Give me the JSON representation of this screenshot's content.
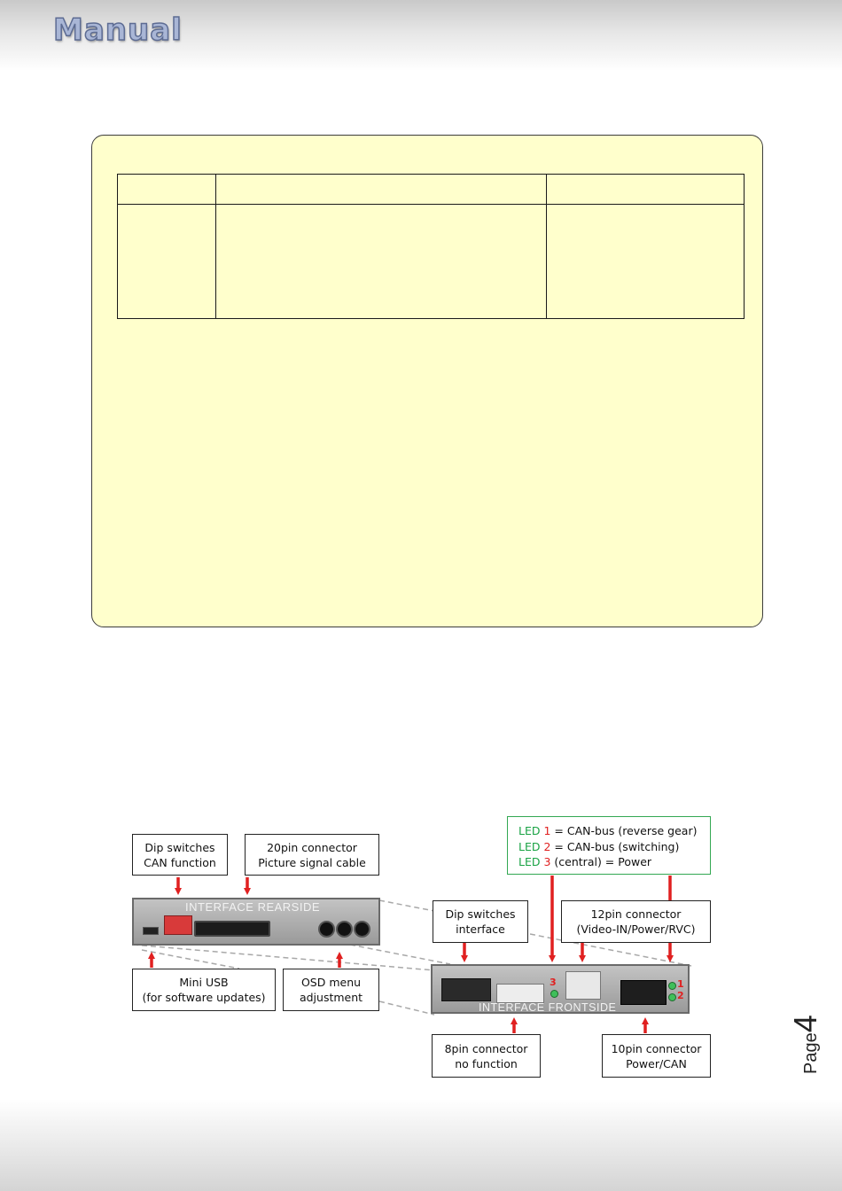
{
  "header": {
    "title": "Manual"
  },
  "page": {
    "prefix": "Page",
    "number": "4"
  },
  "diagram": {
    "labels": {
      "dip_can": [
        "Dip switches",
        "CAN function"
      ],
      "pin20": [
        "20pin connector",
        "Picture signal cable"
      ],
      "dip_interface": [
        "Dip switches",
        "interface"
      ],
      "pin12": [
        "12pin connector",
        "(Video-IN/Power/RVC)"
      ],
      "mini_usb": [
        "Mini USB",
        "(for software updates)"
      ],
      "osd": [
        "OSD menu",
        "adjustment"
      ],
      "pin8": [
        "8pin connector",
        "no function"
      ],
      "pin10": [
        "10pin connector",
        "Power/CAN"
      ]
    },
    "leds": [
      {
        "word": "LED",
        "num": "1",
        "text": "= CAN-bus (reverse gear)"
      },
      {
        "word": "LED",
        "num": "2",
        "text": "= CAN-bus (switching)"
      },
      {
        "word": "LED",
        "num": "3",
        "text": "(central) = Power"
      }
    ],
    "rear_title": "INTERFACE REARSIDE",
    "front_title": "INTERFACE FRONTSIDE",
    "front_led_numbers": [
      "3",
      "1",
      "2"
    ],
    "colors": {
      "arrow": "#e02020",
      "led_green": "#1aa344",
      "led_red": "#e02020",
      "note_bg": "#ffffcc"
    }
  }
}
